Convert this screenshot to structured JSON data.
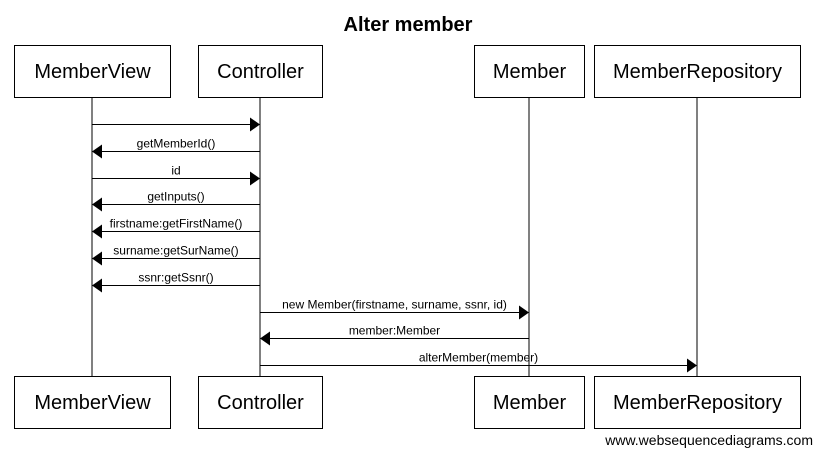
{
  "title": "Alter member",
  "participants": [
    {
      "id": "view",
      "label": "MemberView"
    },
    {
      "id": "ctrl",
      "label": "Controller"
    },
    {
      "id": "member",
      "label": "Member"
    },
    {
      "id": "repo",
      "label": "MemberRepository"
    }
  ],
  "messages": [
    {
      "from": "view",
      "to": "ctrl",
      "label": ""
    },
    {
      "from": "ctrl",
      "to": "view",
      "label": "getMemberId()"
    },
    {
      "from": "view",
      "to": "ctrl",
      "label": "id"
    },
    {
      "from": "ctrl",
      "to": "view",
      "label": "getInputs()"
    },
    {
      "from": "ctrl",
      "to": "view",
      "label": "firstname:getFirstName()"
    },
    {
      "from": "ctrl",
      "to": "view",
      "label": "surname:getSurName()"
    },
    {
      "from": "ctrl",
      "to": "view",
      "label": "ssnr:getSsnr()"
    },
    {
      "from": "ctrl",
      "to": "member",
      "label": "new Member(firstname, surname, ssnr, id)"
    },
    {
      "from": "member",
      "to": "ctrl",
      "label": "member:Member"
    },
    {
      "from": "ctrl",
      "to": "repo",
      "label": "alterMember(member)"
    }
  ],
  "watermark": "www.websequencediagrams.com"
}
